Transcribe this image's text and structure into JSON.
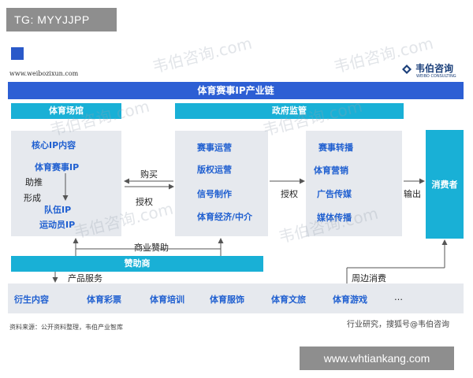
{
  "corner_tag": "TG: MYYJJPP",
  "website": "www.weibozixun.com",
  "brand": {
    "name_cn": "韦伯咨询",
    "name_en": "WEIBO CONSULTING"
  },
  "title": "体育赛事IP产业链",
  "sections": {
    "sports_market": "体育场馆",
    "government": "政府监管",
    "sponsor": "赞助商"
  },
  "left_panel": {
    "core_ip": "核心IP内容",
    "event_ip": "体育赛事IP",
    "assist": "助推",
    "form": "形成",
    "team_ip": "队伍IP",
    "athlete_ip": "运动员IP"
  },
  "mid_panel": {
    "items": [
      "赛事运营",
      "版权运营",
      "信号制作",
      "体育经济/中介"
    ]
  },
  "right_panel": {
    "items": [
      "赛事转播",
      "体育营销",
      "广告传媒",
      "媒体传播"
    ]
  },
  "consumer": "消费者",
  "flow_labels": {
    "buy": "购买",
    "license1": "授权",
    "license2": "授权",
    "output": "输出",
    "commercial_sponsor": "商业赞助",
    "product_service": "产品服务",
    "peripheral": "周边消费"
  },
  "derivatives": {
    "label": "衍生内容",
    "items": [
      "体育彩票",
      "体育培训",
      "体育服饰",
      "体育文旅",
      "体育游戏",
      "…"
    ]
  },
  "watermarks": [
    "韦伯咨询.com",
    "韦伯咨询.com",
    "韦伯咨询.com",
    "韦伯咨询.com",
    "韦伯咨询.com",
    "韦伯咨询.com"
  ],
  "footer": {
    "source": "资料来源：公开资料整理，韦伯产业智库",
    "right": "行业研究，搜狐号@韦伯咨询"
  },
  "bottom_tag": "www.whtiankang.com",
  "colors": {
    "primary": "#2d5fd4",
    "cyan": "#19b0d6",
    "panel": "#e6e9ee",
    "blue_text": "#1f5fd0"
  }
}
